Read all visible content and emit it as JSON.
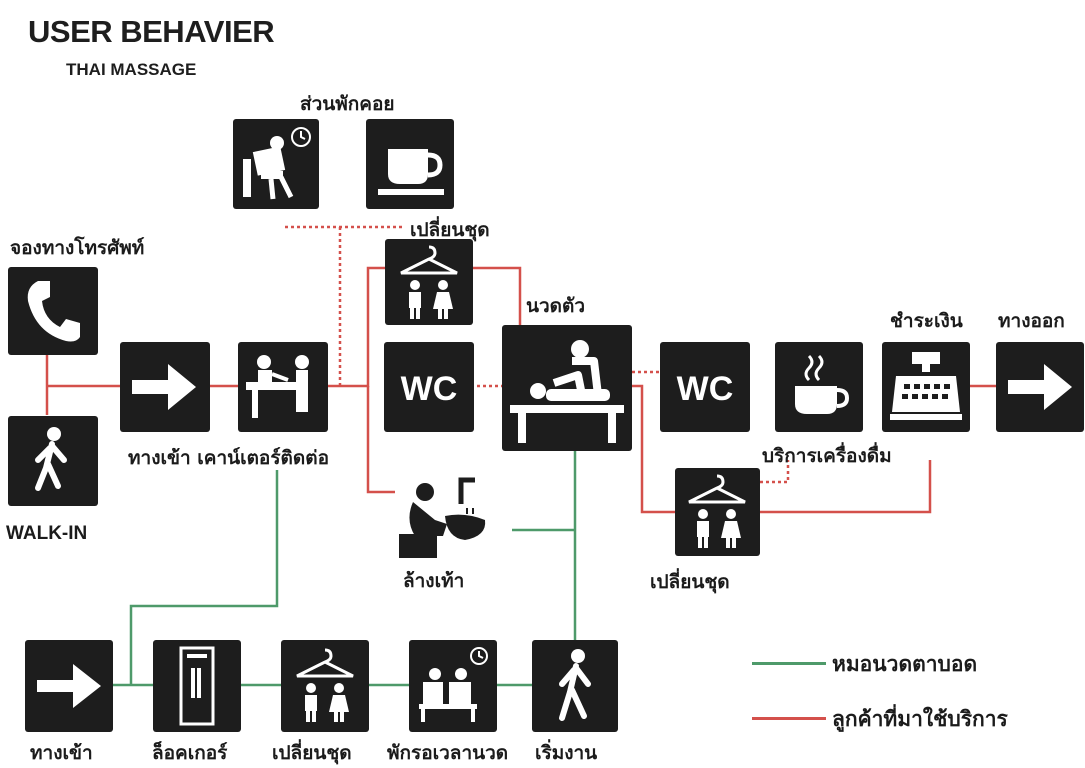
{
  "header": {
    "title": "USER BEHAVIER",
    "subtitle": "THAI MASSAGE"
  },
  "colors": {
    "therapist_path": "#4e9a6a",
    "customer_path": "#d4504b",
    "icon_bg": "#1d1d1d"
  },
  "labels": {
    "lounge": "ส่วนพักคอย",
    "phone_booking": "จองทางโทรศัพท์",
    "change_upper": "เปลี่ยนชุด",
    "massage": "นวดตัว",
    "payment": "ชำระเงิน",
    "exit": "ทางออก",
    "entrance_counter": "ทางเข้า เคาน์เตอร์ติดต่อ",
    "drinks_service": "บริการเครื่องดื่ม",
    "walk_in": "WALK-IN",
    "foot_wash": "ล้างเท้า",
    "change_right": "เปลี่ยนชุด",
    "staff_entrance": "ทางเข้า",
    "locker": "ล็อคเกอร์",
    "change_bottom": "เปลี่ยนชุด",
    "staff_rest": "พักรอเวลานวด",
    "start_work": "เริ่มงาน"
  },
  "wc_text": "WC",
  "legend": [
    {
      "label": "หมอนวดตาบอด",
      "color": "#4e9a6a"
    },
    {
      "label": "ลูกค้าที่มาใช้บริการ",
      "color": "#d4504b"
    }
  ],
  "icons": {
    "reading": "reading-person-icon",
    "coffee": "coffee-cup-icon",
    "phone": "phone-icon",
    "walk": "walking-person-icon",
    "arrow": "arrow-right-icon",
    "counter": "reception-counter-icon",
    "hanger": "changing-room-icon",
    "wc": "wc-icon",
    "massage": "massage-table-icon",
    "hot_drink": "hot-drink-icon",
    "register": "cash-register-icon",
    "foot_wash": "foot-wash-icon",
    "locker": "locker-icon",
    "rest": "rest-waiting-icon"
  }
}
